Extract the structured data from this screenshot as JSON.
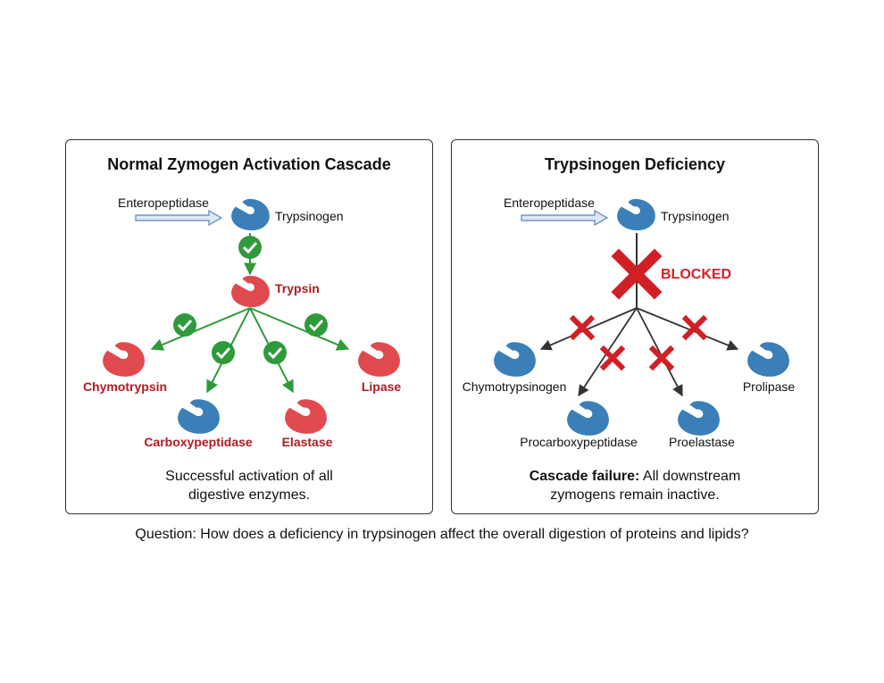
{
  "left": {
    "title": "Normal Zymogen Activation Cascade",
    "activator": "Enteropeptidase",
    "source": "Trypsinogen",
    "active": "Trypsin",
    "products": [
      "Chymotrypsin",
      "Carboxypeptidase",
      "Elastase",
      "Lipase"
    ],
    "caption_line1": "Successful activation of all",
    "caption_line2": "digestive enzymes."
  },
  "right": {
    "title": "Trypsinogen Deficiency",
    "activator": "Enteropeptidase",
    "source": "Trypsinogen",
    "blocked": "BLOCKED",
    "products": [
      "Chymotrypsinogen",
      "Procarboxypeptidase",
      "Proelastase",
      "Prolipase"
    ],
    "caption_bold": "Cascade failure:",
    "caption_rest": " All downstream",
    "caption_line2": "zymogens remain inactive."
  },
  "question": "Question: How does a deficiency in trypsinogen affect the overall digestion of proteins and lipids?",
  "colors": {
    "zymogen_blue": "#3b7fb8",
    "active_red": "#e04a4f",
    "success_green": "#2f9a3a",
    "block_red": "#d11f26",
    "label_red": "#b01c22"
  }
}
